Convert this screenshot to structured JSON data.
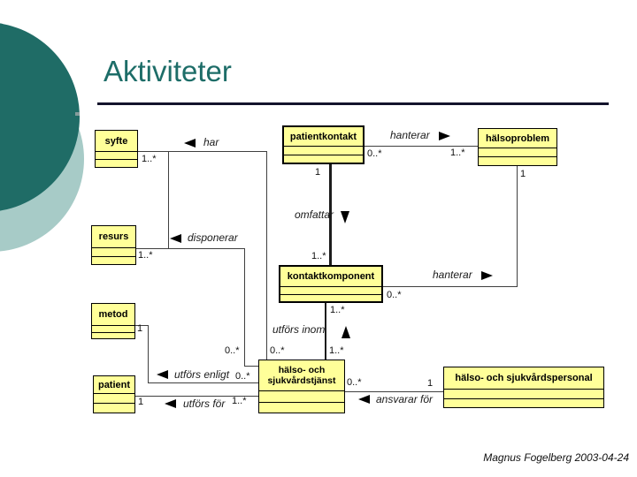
{
  "slide": {
    "title": "Aktiviteter",
    "footer": "Magnus Fogelberg 2003-04-24"
  },
  "colors": {
    "accent_teal": "#1d6d68",
    "circle_dark": "#1f6c66",
    "circle_light": "#a7cbc7",
    "box_fill": "#ffff99",
    "line": "#3f3f3f"
  },
  "diagram": {
    "classes": [
      {
        "name": "syfte"
      },
      {
        "name": "patientkontakt"
      },
      {
        "name": "hälsoproblem"
      },
      {
        "name": "resurs"
      },
      {
        "name": "kontaktkomponent"
      },
      {
        "name": "metod"
      },
      {
        "name": "patient"
      },
      {
        "name": "hälso- och sjukvårdstjänst"
      },
      {
        "name": "hälso- och sjukvårdspersonal"
      }
    ],
    "associations": [
      {
        "label": "har",
        "from": "hälso- och sjukvårdstjänst",
        "to": "syfte",
        "from_mult": "0..*",
        "to_mult": "1..*",
        "arrow": "left"
      },
      {
        "label": "hanterar",
        "from": "patientkontakt",
        "to": "hälsoproblem",
        "from_mult": "0..*",
        "to_mult": "1..*",
        "arrow": "right"
      },
      {
        "label": "omfattar",
        "from": "patientkontakt",
        "to": "kontaktkomponent",
        "from_mult": "1",
        "to_mult": "1..*",
        "arrow": "down"
      },
      {
        "label": "disponerar",
        "from": "hälso- och sjukvårdstjänst",
        "to": "resurs",
        "from_mult": "0..*",
        "to_mult": "1..*",
        "arrow": "left"
      },
      {
        "label": "hanterar",
        "from": "kontaktkomponent",
        "to": "hälsoproblem",
        "from_mult": "0..*",
        "to_mult": "1",
        "arrow": "right"
      },
      {
        "label": "utförs inom",
        "from": "hälso- och sjukvårdstjänst",
        "to": "kontaktkomponent",
        "from_mult": "1..*",
        "to_mult": "1..*",
        "arrow": "up"
      },
      {
        "label": "utförs enligt",
        "from": "hälso- och sjukvårdstjänst",
        "to": "metod",
        "from_mult": "0..*",
        "to_mult": "1",
        "arrow": "left"
      },
      {
        "label": "utförs för",
        "from": "hälso- och sjukvårdstjänst",
        "to": "patient",
        "from_mult": "1..*",
        "to_mult": "1",
        "arrow": "left"
      },
      {
        "label": "ansvarar för",
        "from": "hälso- och sjukvårdspersonal",
        "to": "hälso- och sjukvårdstjänst",
        "from_mult": "1",
        "to_mult": "0..*",
        "arrow": "left"
      }
    ]
  }
}
